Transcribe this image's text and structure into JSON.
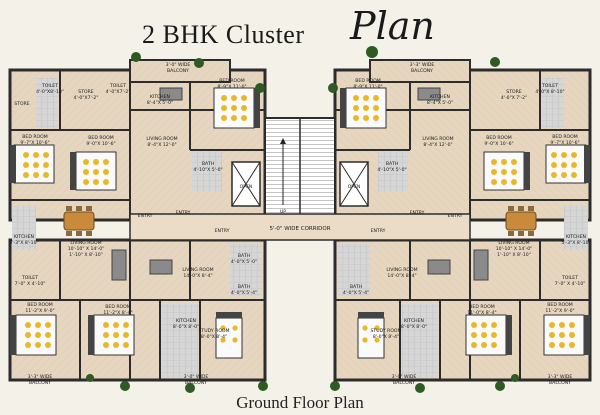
{
  "title": {
    "main": "2 BHK Cluster",
    "script": "Plan"
  },
  "footer": "Ground Floor Plan",
  "corridor": {
    "label": "5'-0\" WIDE CORRIDOR",
    "up_label": "UP"
  },
  "colors": {
    "floor": "#e6d6bf",
    "wall": "#2c2c2c",
    "tile": "#c9c9c9",
    "bed_dot": "#e8b82a",
    "background": "#f4f1e8"
  },
  "rooms": {
    "toilet_top_left": {
      "name": "TOILET",
      "dim": "4'-0\"X8'-10\""
    },
    "store_left": {
      "name": "STORE",
      "dim": ""
    },
    "store_upper_left": {
      "name": "STORE",
      "dim": "4'-0\"X7'-2\""
    },
    "toilet_upper_left": {
      "name": "TOILET",
      "dim": "4'-0\"X7'-2\""
    },
    "balcony_top_left": {
      "name": "3'-0\" WIDE",
      "dim": "BALCONY"
    },
    "kitchen_top_left": {
      "name": "KITCHEN",
      "dim": "8'-4\"X 5'-0\""
    },
    "bedroom_top_left_a": {
      "name": "BED ROOM",
      "dim": "8'-9\"X 11'-0\""
    },
    "bedroom_left_mid": {
      "name": "BED ROOM",
      "dim": "9'-7\"X 10'-6\""
    },
    "bedroom_left_inner": {
      "name": "BED ROOM",
      "dim": "9'-0\"X 10'-6\""
    },
    "living_top_left": {
      "name": "LIVING ROOM",
      "dim": "8'-4\"X 12'-0\""
    },
    "bath_top_left": {
      "name": "BATH",
      "dim": "4'-10\"X 5'-0\""
    },
    "kitchen_left": {
      "name": "KITCHEN",
      "dim": "5'-3\"X 8'-10\""
    },
    "living_left": {
      "name": "LIVING ROOM",
      "dim": "10'-10\" X 14'-0\""
    },
    "living_left_sub": {
      "name": "",
      "dim": "1'-10\" X 8'-10\""
    },
    "toilet_left_low": {
      "name": "TOILET",
      "dim": "7'-0\" X 4'-10\""
    },
    "living_mid_left": {
      "name": "LIVING ROOM",
      "dim": "14'-0\"X 8'-4\""
    },
    "bath_mid_left": {
      "name": "BATH",
      "dim": "4'-0\"X 5'-0\""
    },
    "bath_mid_left_b": {
      "name": "BATH",
      "dim": "4'-0\"X 5'-4\""
    },
    "bedroom_bottom_left": {
      "name": "BED ROOM",
      "dim": "11'-2\"X 9'-0\""
    },
    "bedroom_bottom_left_b": {
      "name": "BED ROOM",
      "dim": "11'-2\"X 8'-4\""
    },
    "kitchen_bottom_left": {
      "name": "KITCHEN",
      "dim": "8'-0\"X 8'-0\""
    },
    "study_left": {
      "name": "STUDY ROOM",
      "dim": "8'-0\"X 8'-4\""
    },
    "balcony_bottom_left": {
      "name": "3'-3\" WIDE",
      "dim": "BALCONY"
    },
    "balcony_bottom_mid_left": {
      "name": "3'-0\" WIDE",
      "dim": "BALCONY"
    }
  },
  "mirror_rooms": {
    "balcony_top_right": {
      "name": "3'-3\" WIDE",
      "dim": "BALCONY"
    },
    "bedroom_top_right_a": {
      "name": "BED ROOM",
      "dim": "8'-9\"X 11'-0\""
    },
    "kitchen_top_right": {
      "name": "KITCHEN",
      "dim": "8'-4\"X 5'-0\""
    },
    "store_right": {
      "name": "STORE",
      "dim": "4'-0\"X 7'-2\""
    },
    "toilet_right": {
      "name": "TOILET",
      "dim": "4'-0\"X 8'-10\""
    },
    "bedroom_right_inner": {
      "name": "BED ROOM",
      "dim": "9'-0\"X 10'-6\""
    },
    "bedroom_right_mid": {
      "name": "BED ROOM",
      "dim": "9'-7\"X 10'-6\""
    },
    "living_top_right": {
      "name": "LIVING ROOM",
      "dim": "8'-4\"X 12'-0\""
    },
    "bath_top_right": {
      "name": "BATH",
      "dim": "4'-10\"X 5'-0\""
    },
    "kitchen_right": {
      "name": "KITCHEN",
      "dim": "5'-3\"X 8'-10\""
    },
    "living_right": {
      "name": "LIVING ROOM",
      "dim": "10'-10\" X 14'-0\""
    },
    "living_right_sub": {
      "name": "",
      "dim": "1'-10\" X 8'-10\""
    },
    "toilet_right_low": {
      "name": "TOILET",
      "dim": "7'-0\" X 4'-10\""
    },
    "living_mid_right": {
      "name": "LIVING ROOM",
      "dim": "14'-0\"X 8'-4\""
    },
    "bath_mid_right": {
      "name": "BATH",
      "dim": "4'-0\"X 5'-4\""
    },
    "bedroom_bottom_right": {
      "name": "BED ROOM",
      "dim": "11'-2\"X 9'-0\""
    },
    "bedroom_bottom_right_b": {
      "name": "BED ROOM",
      "dim": "11'-0\"X 8'-4\""
    },
    "kitchen_bottom_right": {
      "name": "KITCHEN",
      "dim": "8'-0\"X 8'-0\""
    },
    "study_right": {
      "name": "STUDY ROOM",
      "dim": "8'-0\"X 8'-4\""
    },
    "balcony_bottom_right": {
      "name": "3'-3\" WIDE",
      "dim": "BALCONY"
    },
    "balcony_bottom_mid_right": {
      "name": "3'-0\" WIDE",
      "dim": "BALCONY"
    }
  },
  "labels": {
    "entry": "ENTRY",
    "open": "OPEN"
  }
}
